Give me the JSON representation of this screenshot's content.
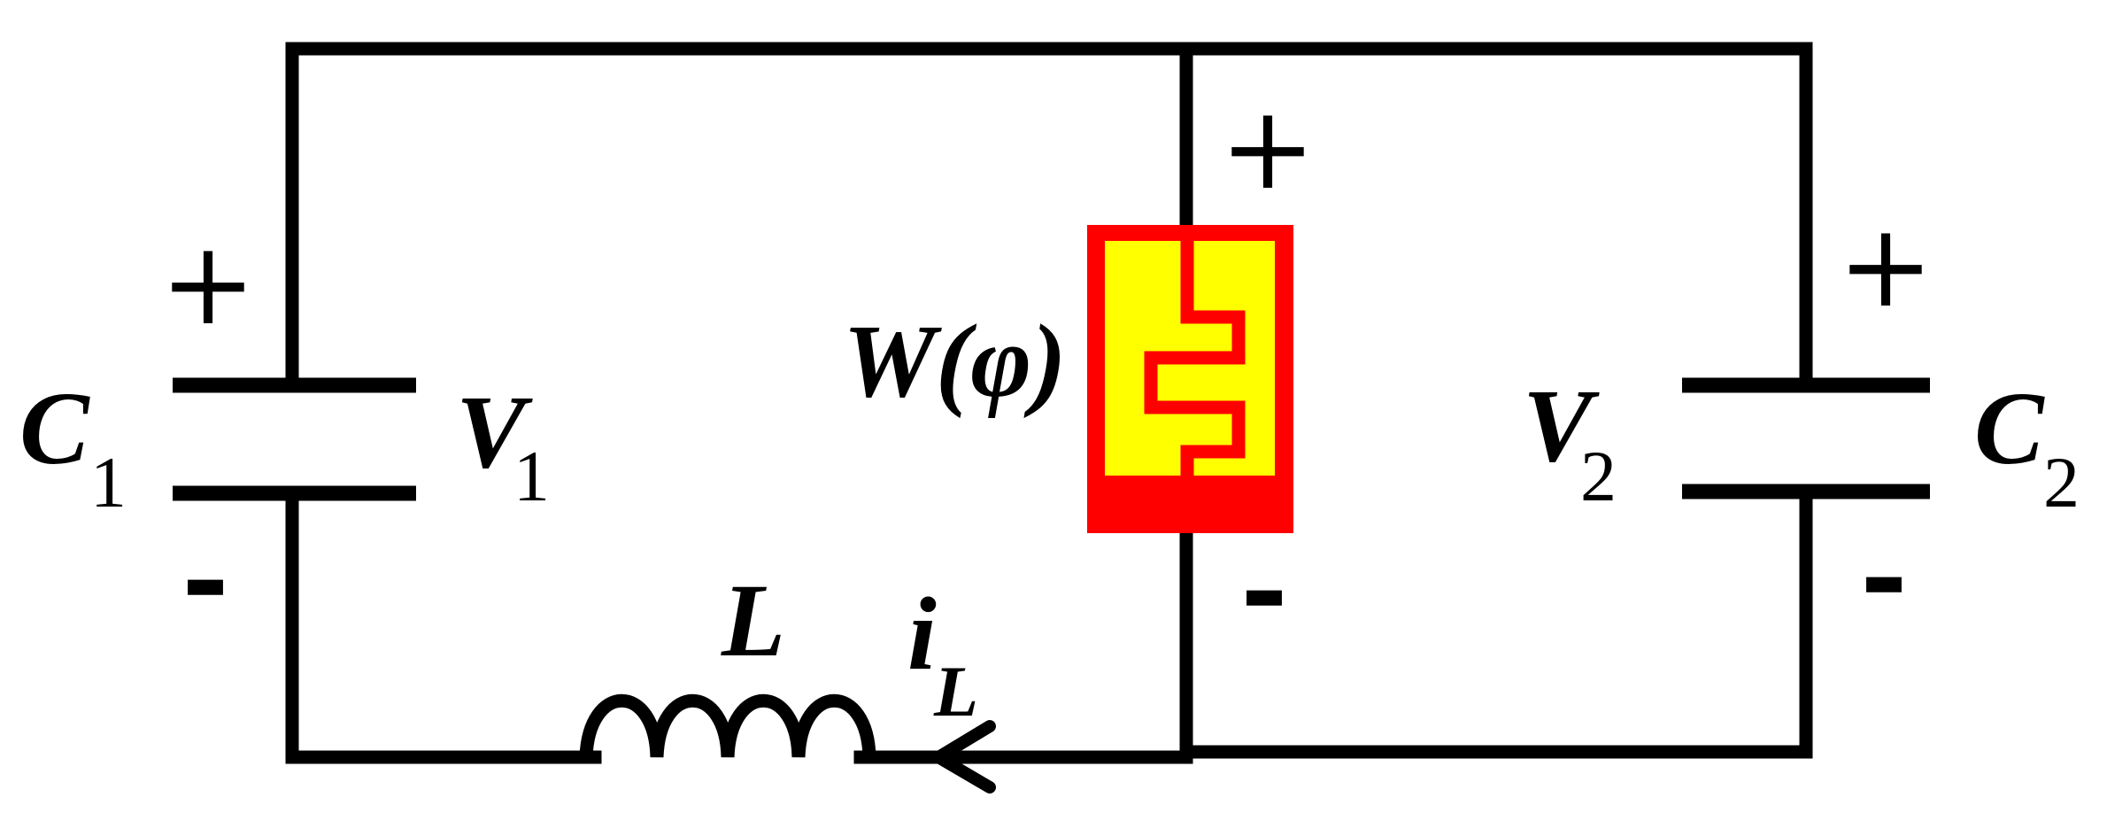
{
  "capacitor_left": {
    "name": "C",
    "subscript": "1",
    "voltage_name": "V",
    "voltage_subscript": "1",
    "plus_sign": "+",
    "minus_sign": "-"
  },
  "capacitor_right": {
    "name": "C",
    "subscript": "2",
    "voltage_name": "V",
    "voltage_subscript": "2",
    "plus_sign": "+",
    "minus_sign": "-"
  },
  "memristor": {
    "label": "W(φ)",
    "plus_sign": "+",
    "minus_sign": "-",
    "colors": {
      "body": "#ff0000",
      "fill": "#ffff00"
    }
  },
  "inductor": {
    "name": "L",
    "current_name": "i",
    "current_subscript": "L"
  },
  "colors": {
    "wire": "#000000",
    "background": "#ffffff"
  }
}
